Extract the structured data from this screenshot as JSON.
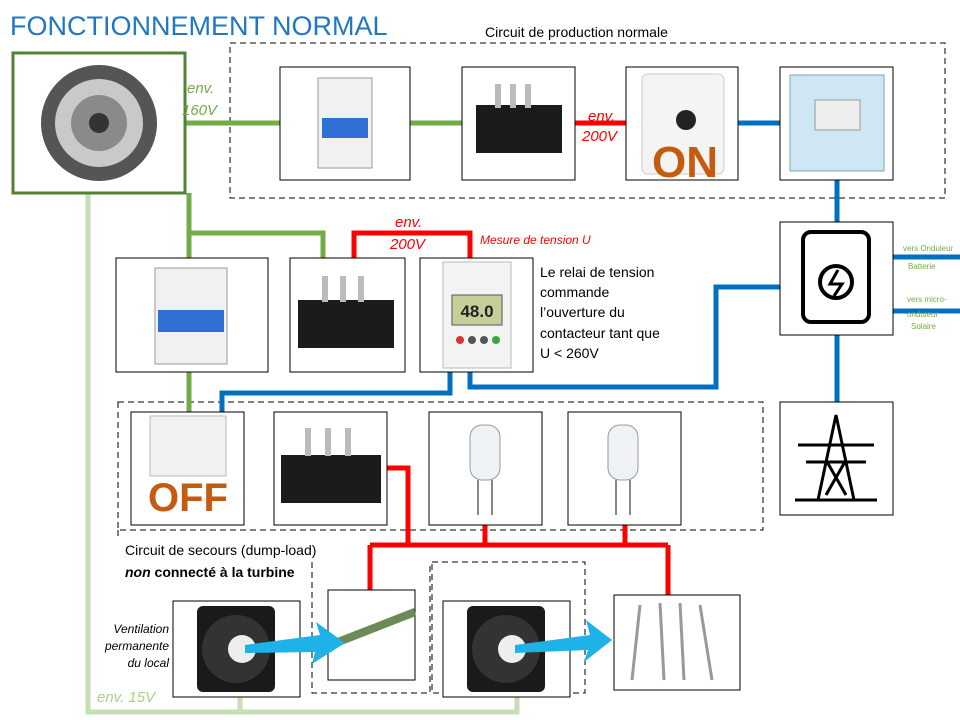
{
  "title": "FONCTIONNEMENT NORMAL",
  "production_circuit": {
    "label": "Circuit de production normale",
    "voltage_in": {
      "line1": "env.",
      "line2": "160V"
    },
    "voltage_out": {
      "line1": "env.",
      "line2": "200V"
    },
    "inverter_state": "ON"
  },
  "relay_section": {
    "voltage": {
      "line1": "env.",
      "line2": "200V"
    },
    "measure_label": "Mesure de tension U",
    "relay_display": "48.0",
    "description": [
      "Le relai de tension",
      "commande",
      "l’ouverture du",
      "contacteur tant que",
      "U < 260V"
    ]
  },
  "outputs": {
    "battery": [
      "vers Onduleur",
      "Batterie"
    ],
    "solar": [
      "vers micro-",
      "onduleur",
      "Solaire"
    ]
  },
  "dump_load": {
    "label": "Circuit de secours (dump-load)",
    "note_bold_italic": "non",
    "note_rest": " connecté à la turbine",
    "contactor_state": "OFF",
    "ventilation": [
      "Ventilation",
      "permanente",
      "du local"
    ],
    "fan_voltage": "env. 15V"
  },
  "colors": {
    "title": "#1f78c1",
    "green": "#70ad47",
    "light_green": "#c5e0b4",
    "red": "#ff0000",
    "blue": "#0070c0",
    "state": "#c55a11",
    "airflow": "#1fb2e8"
  }
}
